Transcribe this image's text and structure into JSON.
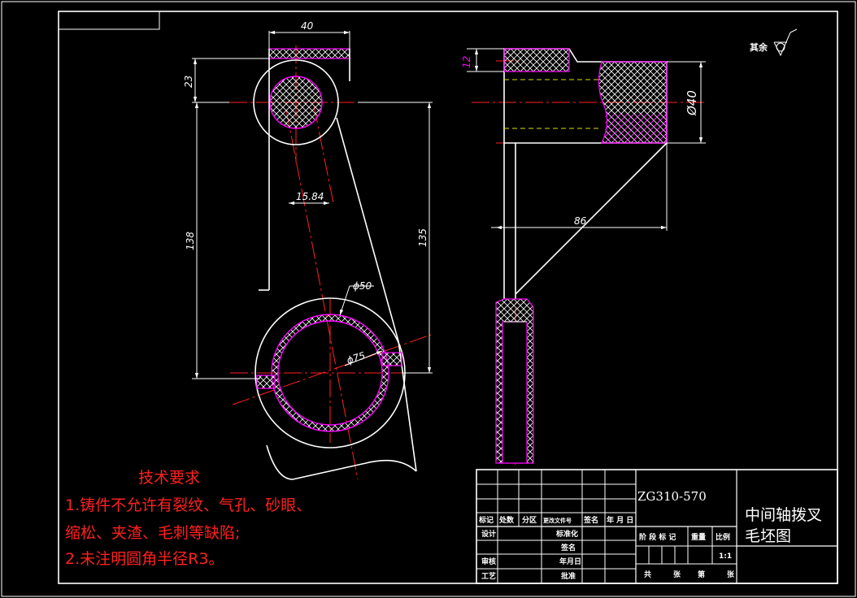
{
  "dimensions": {
    "d40_top": "40",
    "d23": "23",
    "d138": "138",
    "d15_84": "15.84",
    "d135": "135",
    "phi50": "ϕ50",
    "phi75": "ϕ75",
    "d12": "12",
    "phi40": "Ø40",
    "d86": "86"
  },
  "surface_note": {
    "label": "其余"
  },
  "tech_requirements": {
    "title": "技术要求",
    "line1": "1.铸件不允许有裂纹、气孔、砂眼、",
    "line2": "缩松、夹渣、毛刺等缺陷;",
    "line3": "2.未注明圆角半径R3。"
  },
  "title_block": {
    "material": "ZG310-570",
    "part_name_line1": "中间轴拨叉",
    "part_name_line2": "毛坯图",
    "revision_headers": [
      "标记",
      "处数",
      "分区",
      "更改文件号",
      "签名",
      "年 月 日"
    ],
    "row_design": "设计",
    "row_standardize": "标准化",
    "row_review": "审核",
    "row_process": "工艺",
    "row_approve": "批准",
    "sign_label": "签名",
    "date_label": "年月日",
    "stage_labels": [
      "阶 段 标 记",
      "重量",
      "比例"
    ],
    "scale": "1:1",
    "sheet_total": "共",
    "sheet_unit": "张",
    "sheet_no": "第",
    "sheet_unit2": "张"
  },
  "colors": {
    "background": "#000000",
    "outline": "#ffffff",
    "section": "#ff00ff",
    "centerline": "#ff2020",
    "hidden": "#e0e000",
    "requirements": "#ff2020"
  }
}
